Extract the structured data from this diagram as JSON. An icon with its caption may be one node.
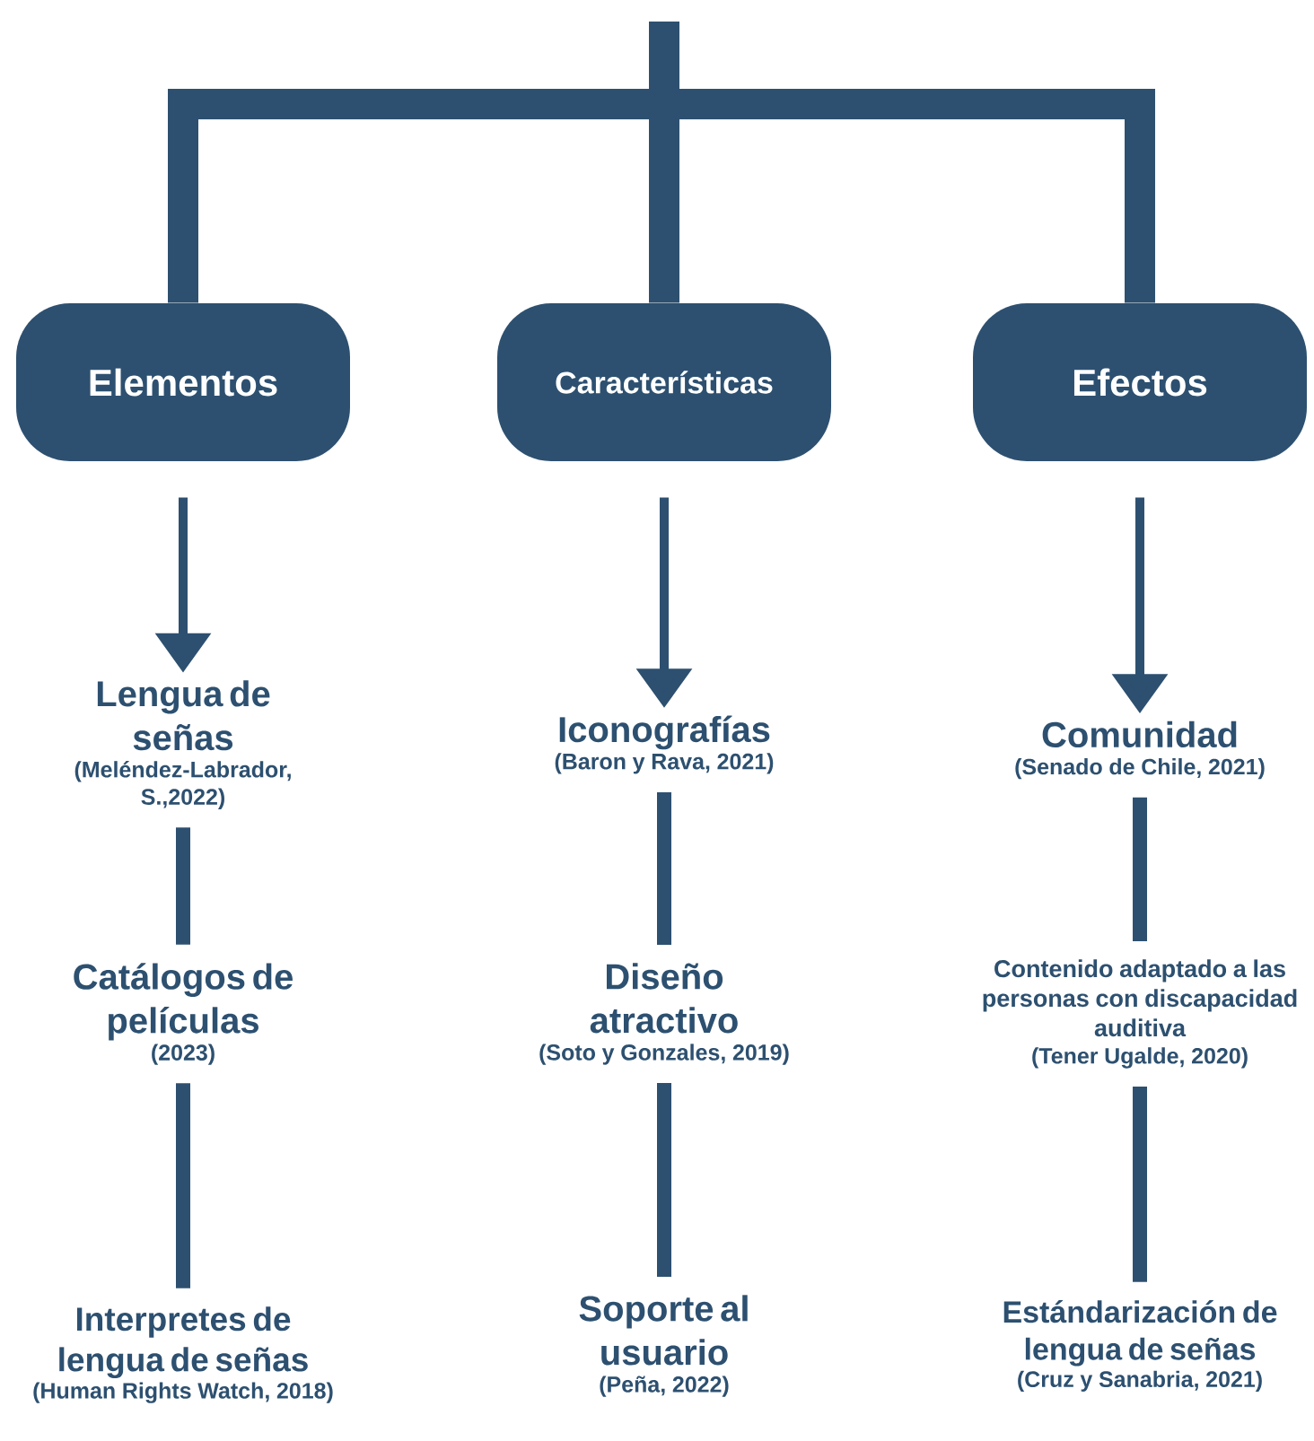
{
  "diagram": {
    "nodes": [
      {
        "text": [
          "Elementos"
        ]
      },
      {
        "text": [
          "Características"
        ]
      },
      {
        "text": [
          "Efectos"
        ]
      },
      {
        "text": [
          "Lengua de señas",
          "(Meléndez-Labrador, S.,2022)"
        ]
      },
      {
        "text": [
          "Iconografías",
          "(Baron y Rava, 2021)"
        ]
      },
      {
        "text": [
          "Comunidad",
          "(Senado de Chile, 2021)"
        ]
      },
      {
        "text": [
          "Catálogos de películas",
          "(2023)"
        ]
      },
      {
        "text": [
          "Diseño atractivo",
          "(Soto y Gonzales, 2019)"
        ]
      },
      {
        "text": [
          "Contenido adaptado a las personas con discapacidad auditiva",
          "(Tener Ugalde, 2020)"
        ]
      },
      {
        "text": [
          "Interpretes de lengua de señas",
          "(Human Rights Watch, 2018)"
        ]
      },
      {
        "text": [
          "Soporte al usuario",
          "(Peña, 2022)"
        ]
      },
      {
        "text": [
          "Estándarización de lengua de señas",
          "(Cruz y Sanabria, 2021)"
        ]
      }
    ],
    "edges": [
      {
        "from": null,
        "to": 0,
        "arrow": "none",
        "style": "thick"
      },
      {
        "from": null,
        "to": 1,
        "arrow": "none",
        "style": "thick"
      },
      {
        "from": null,
        "to": 2,
        "arrow": "none",
        "style": "thick"
      },
      {
        "from": 0,
        "to": 3,
        "arrow": "to"
      },
      {
        "from": 1,
        "to": 4,
        "arrow": "to"
      },
      {
        "from": 2,
        "to": 5,
        "arrow": "to"
      },
      {
        "from": 3,
        "to": 6,
        "arrow": "none"
      },
      {
        "from": 4,
        "to": 7,
        "arrow": "none"
      },
      {
        "from": 5,
        "to": 8,
        "arrow": "none"
      },
      {
        "from": 6,
        "to": 9,
        "arrow": "none"
      },
      {
        "from": 7,
        "to": 10,
        "arrow": "none"
      },
      {
        "from": 8,
        "to": 11,
        "arrow": "none"
      }
    ]
  }
}
